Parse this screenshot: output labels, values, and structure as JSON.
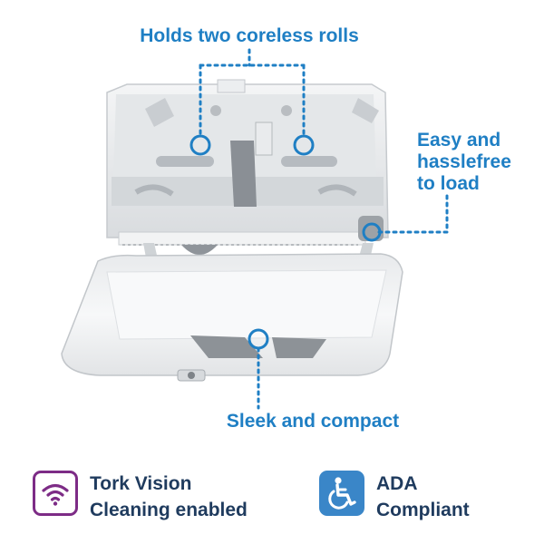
{
  "callouts": {
    "top": "Holds two coreless rolls",
    "right_line1": "Easy and",
    "right_line2": "hasslefree",
    "right_line3": "to load",
    "bottom": "Sleek and compact"
  },
  "badges": {
    "vision_line1": "Tork Vision",
    "vision_line2": "Cleaning enabled",
    "ada_line1": "ADA",
    "ada_line2": "Compliant"
  },
  "colors": {
    "callout_blue": "#1f7fc4",
    "badge_text_navy": "#1f3b5e",
    "vision_purple": "#7d2c86",
    "ada_blue": "#3a86c8"
  },
  "icons": {
    "vision": "wifi-signal-icon",
    "ada": "wheelchair-accessibility-icon"
  }
}
